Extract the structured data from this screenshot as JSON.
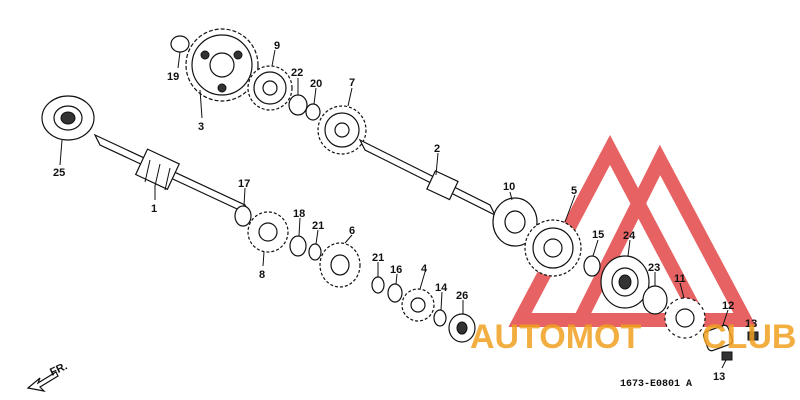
{
  "diagram": {
    "parts": [
      {
        "id": "p1",
        "label": "1"
      },
      {
        "id": "p2",
        "label": "2"
      },
      {
        "id": "p3",
        "label": "3"
      },
      {
        "id": "p4",
        "label": "4"
      },
      {
        "id": "p5",
        "label": "5"
      },
      {
        "id": "p6",
        "label": "6"
      },
      {
        "id": "p7",
        "label": "7"
      },
      {
        "id": "p8",
        "label": "8"
      },
      {
        "id": "p9",
        "label": "9"
      },
      {
        "id": "p10",
        "label": "10"
      },
      {
        "id": "p11",
        "label": "11"
      },
      {
        "id": "p12",
        "label": "12"
      },
      {
        "id": "p13a",
        "label": "13"
      },
      {
        "id": "p13b",
        "label": "13"
      },
      {
        "id": "p14",
        "label": "14"
      },
      {
        "id": "p15",
        "label": "15"
      },
      {
        "id": "p16",
        "label": "16"
      },
      {
        "id": "p17",
        "label": "17"
      },
      {
        "id": "p18",
        "label": "18"
      },
      {
        "id": "p19",
        "label": "19"
      },
      {
        "id": "p20",
        "label": "20"
      },
      {
        "id": "p21a",
        "label": "21"
      },
      {
        "id": "p21b",
        "label": "21"
      },
      {
        "id": "p22",
        "label": "22"
      },
      {
        "id": "p23",
        "label": "23"
      },
      {
        "id": "p24",
        "label": "24"
      },
      {
        "id": "p25",
        "label": "25"
      },
      {
        "id": "p26",
        "label": "26"
      }
    ],
    "front_indicator": "FR.",
    "diagram_code": "1673-E0801 A"
  },
  "watermark": {
    "text_a": "AUTOMOT",
    "text_b": "CLUB",
    "color_red": "#e03030",
    "color_orange": "#f0a020"
  }
}
